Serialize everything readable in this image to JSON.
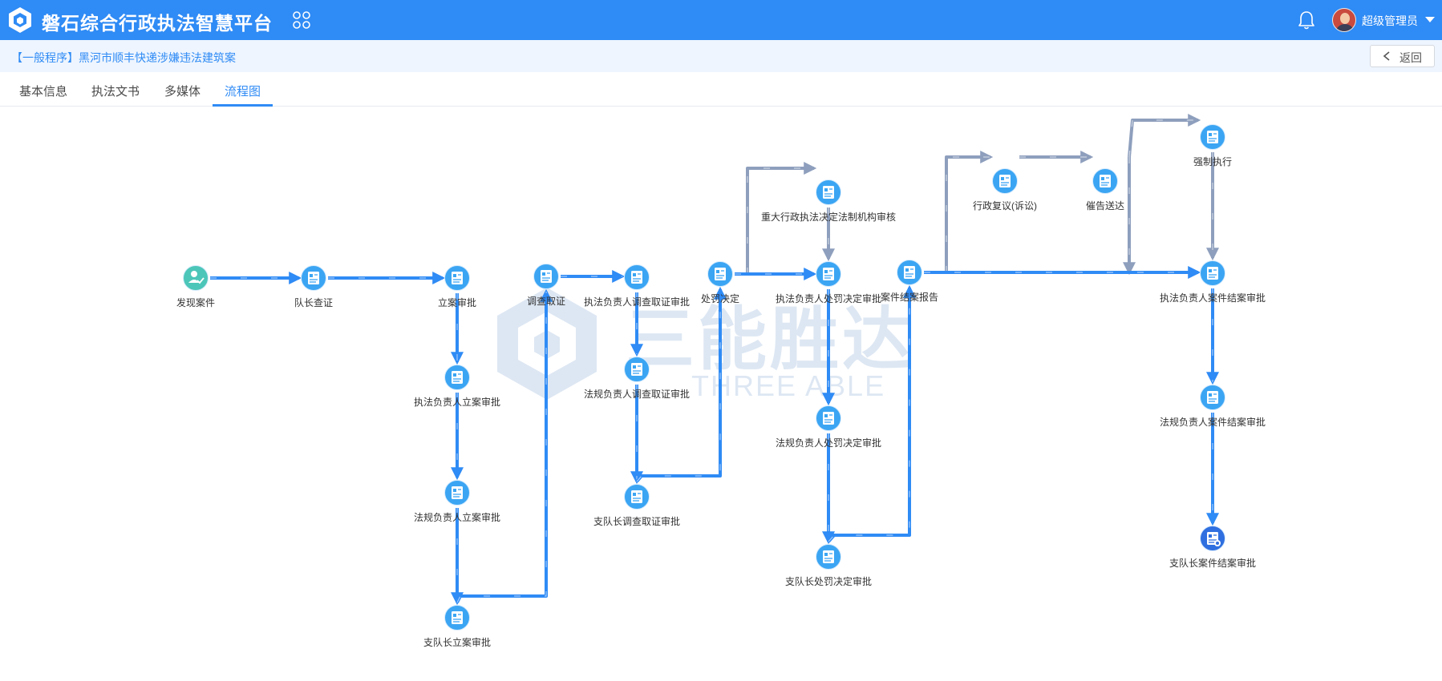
{
  "app": {
    "title": "磐石综合行政执法智慧平台",
    "user_name": "超级管理员"
  },
  "case": {
    "title": "【一般程序】黑河市顺丰快递涉嫌违法建筑案",
    "back_label": "返回"
  },
  "tabs": [
    {
      "label": "基本信息",
      "active": false
    },
    {
      "label": "执法文书",
      "active": false
    },
    {
      "label": "多媒体",
      "active": false
    },
    {
      "label": "流程图",
      "active": true
    }
  ],
  "watermark": {
    "text_cn": "三能胜达",
    "text_en": "THREE ABLE"
  },
  "flow": {
    "colors": {
      "done_line": "#2f8bf5",
      "pending_line": "#8e9fbd",
      "node": "#3ba5f3",
      "start_node": "#4cc6b8",
      "current_node": "#2f6fe0"
    },
    "nodes": [
      {
        "id": "discover",
        "label": "发现案件",
        "kind": "start",
        "icon": "person-check-icon"
      },
      {
        "id": "captain_check",
        "label": "队长查证",
        "kind": "done",
        "icon": "document-icon"
      },
      {
        "id": "filing_approval",
        "label": "立案审批",
        "kind": "done",
        "icon": "document-icon"
      },
      {
        "id": "enforcer_filing",
        "label": "执法负责人立案审批",
        "kind": "done",
        "icon": "document-icon"
      },
      {
        "id": "legal_filing",
        "label": "法规负责人立案审批",
        "kind": "done",
        "icon": "document-icon"
      },
      {
        "id": "chief_filing",
        "label": "支队长立案审批",
        "kind": "done",
        "icon": "document-icon"
      },
      {
        "id": "investigation",
        "label": "调查取证",
        "kind": "done",
        "icon": "document-icon"
      },
      {
        "id": "enforcer_invest",
        "label": "执法负责人调查取证审批",
        "kind": "done",
        "icon": "document-icon"
      },
      {
        "id": "legal_invest",
        "label": "法规负责人调查取证审批",
        "kind": "done",
        "icon": "document-icon"
      },
      {
        "id": "chief_invest",
        "label": "支队长调查取证审批",
        "kind": "done",
        "icon": "document-icon"
      },
      {
        "id": "penalty_decision",
        "label": "处罚决定",
        "kind": "done",
        "icon": "document-icon"
      },
      {
        "id": "major_review",
        "label": "重大行政执法决定法制机构审核",
        "kind": "done",
        "icon": "document-icon"
      },
      {
        "id": "enforcer_penalty",
        "label": "执法负责人处罚决定审批",
        "kind": "done",
        "icon": "document-icon"
      },
      {
        "id": "legal_penalty",
        "label": "法规负责人处罚决定审批",
        "kind": "done",
        "icon": "document-icon"
      },
      {
        "id": "chief_penalty",
        "label": "支队长处罚决定审批",
        "kind": "done",
        "icon": "document-icon"
      },
      {
        "id": "closing_report",
        "label": "案件结案报告",
        "kind": "done",
        "icon": "document-icon"
      },
      {
        "id": "admin_review",
        "label": "行政复议(诉讼)",
        "kind": "done",
        "icon": "document-icon"
      },
      {
        "id": "reminder",
        "label": "催告送达",
        "kind": "done",
        "icon": "document-icon"
      },
      {
        "id": "forced_exec",
        "label": "强制执行",
        "kind": "done",
        "icon": "document-icon"
      },
      {
        "id": "enforcer_closing",
        "label": "执法负责人案件结案审批",
        "kind": "done",
        "icon": "document-icon"
      },
      {
        "id": "legal_closing",
        "label": "法规负责人案件结案审批",
        "kind": "done",
        "icon": "document-icon"
      },
      {
        "id": "chief_closing",
        "label": "支队长案件结案审批",
        "kind": "current",
        "icon": "document-edit-icon"
      }
    ],
    "edges": [
      {
        "from": "discover",
        "to": "captain_check",
        "status": "done"
      },
      {
        "from": "captain_check",
        "to": "filing_approval",
        "status": "done"
      },
      {
        "from": "filing_approval",
        "to": "enforcer_filing",
        "status": "done"
      },
      {
        "from": "enforcer_filing",
        "to": "legal_filing",
        "status": "done"
      },
      {
        "from": "legal_filing",
        "to": "chief_filing",
        "status": "done"
      },
      {
        "from": "chief_filing",
        "to": "investigation",
        "status": "done"
      },
      {
        "from": "investigation",
        "to": "enforcer_invest",
        "status": "done"
      },
      {
        "from": "enforcer_invest",
        "to": "legal_invest",
        "status": "done"
      },
      {
        "from": "legal_invest",
        "to": "chief_invest",
        "status": "done"
      },
      {
        "from": "chief_invest",
        "to": "penalty_decision",
        "status": "done"
      },
      {
        "from": "penalty_decision",
        "to": "major_review",
        "status": "pending"
      },
      {
        "from": "major_review",
        "to": "enforcer_penalty",
        "status": "pending"
      },
      {
        "from": "penalty_decision",
        "to": "enforcer_penalty",
        "status": "done"
      },
      {
        "from": "enforcer_penalty",
        "to": "legal_penalty",
        "status": "done"
      },
      {
        "from": "legal_penalty",
        "to": "chief_penalty",
        "status": "done"
      },
      {
        "from": "chief_penalty",
        "to": "closing_report",
        "status": "done"
      },
      {
        "from": "closing_report",
        "to": "admin_review",
        "status": "pending"
      },
      {
        "from": "admin_review",
        "to": "reminder",
        "status": "pending"
      },
      {
        "from": "reminder",
        "to": "forced_exec",
        "status": "pending"
      },
      {
        "from": "reminder",
        "to": "enforcer_closing",
        "status": "pending"
      },
      {
        "from": "forced_exec",
        "to": "enforcer_closing",
        "status": "pending"
      },
      {
        "from": "closing_report",
        "to": "enforcer_closing",
        "status": "done"
      },
      {
        "from": "enforcer_closing",
        "to": "legal_closing",
        "status": "done"
      },
      {
        "from": "legal_closing",
        "to": "chief_closing",
        "status": "done"
      }
    ]
  }
}
